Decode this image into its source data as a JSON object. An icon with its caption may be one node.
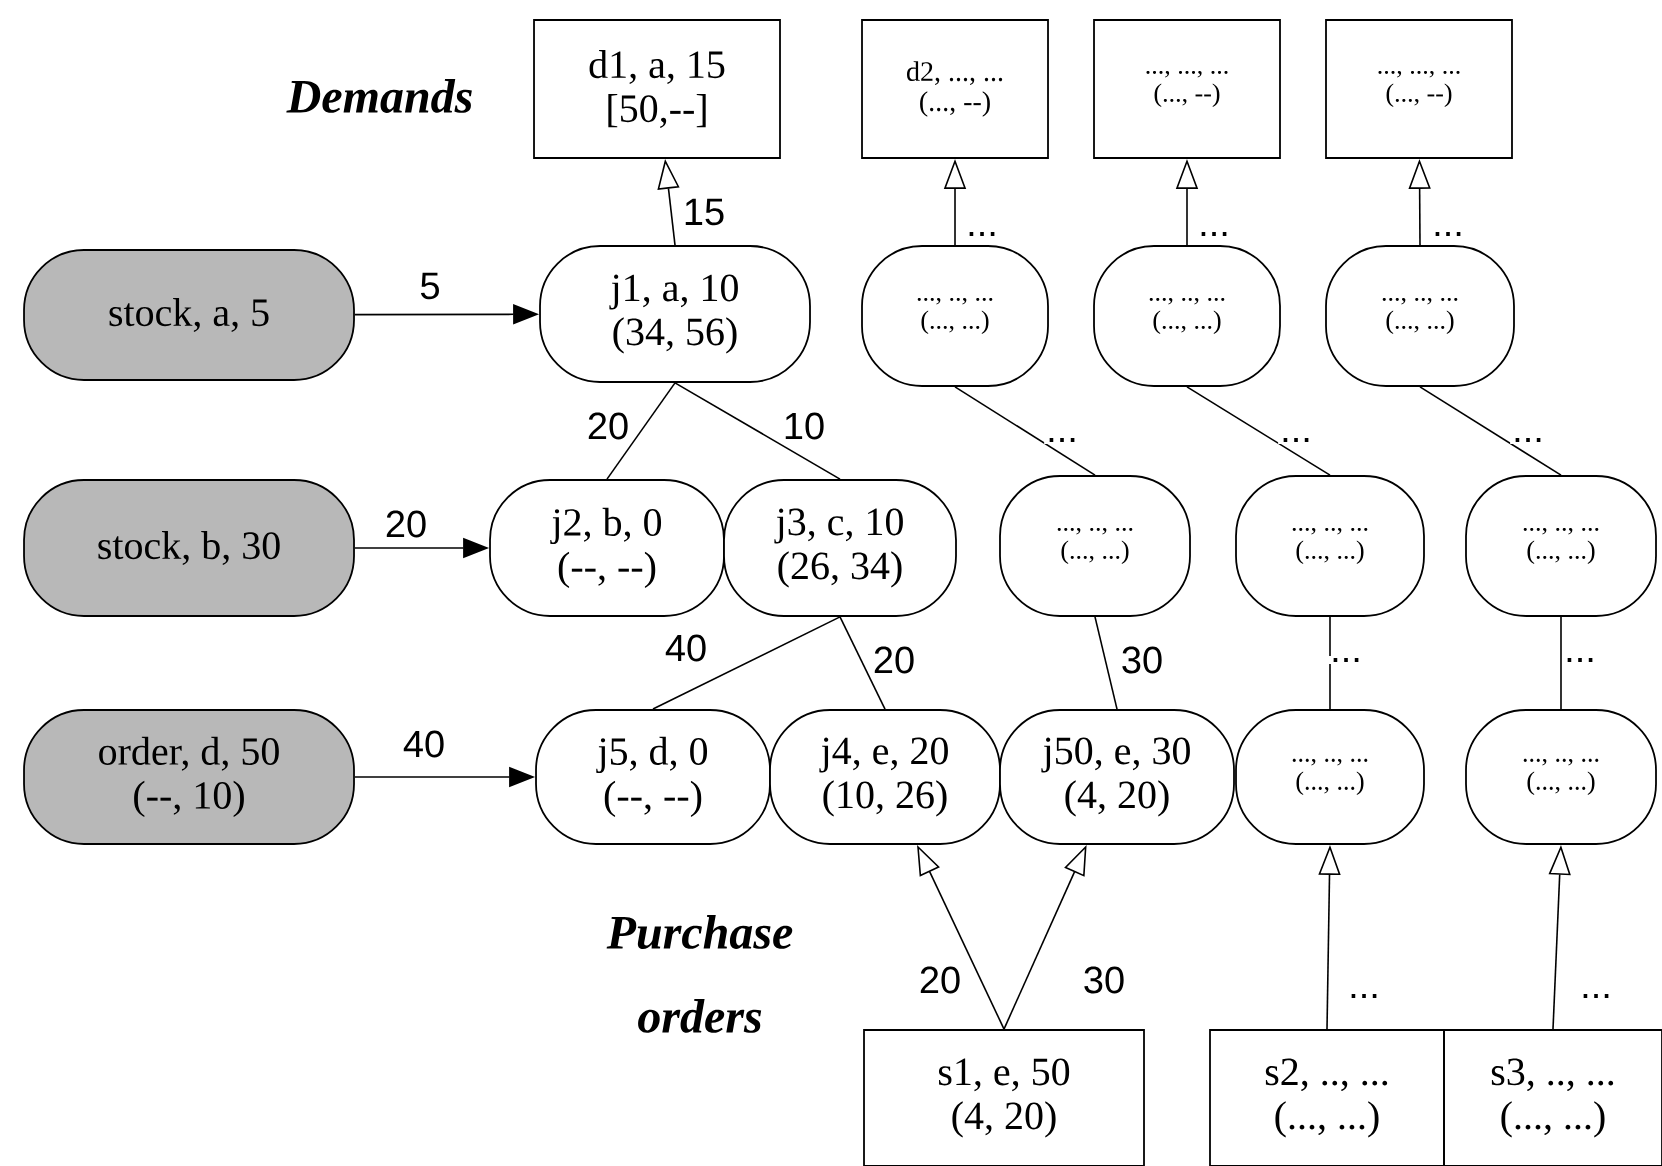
{
  "diagram": {
    "nodes": [
      {
        "text": [
          "d1, a,  15",
          "[50,--]"
        ]
      },
      {
        "text": [
          "d2, ..., ...",
          "(..., --)"
        ]
      },
      {
        "text": [
          "..., ..., ...",
          "(..., --)"
        ]
      },
      {
        "text": [
          "..., ..., ...",
          "(..., --)"
        ]
      },
      {
        "text": [
          "stock, a, 5"
        ]
      },
      {
        "text": [
          "j1, a, 10",
          "(34, 56)"
        ]
      },
      {
        "text": [
          "..., .., ...",
          "(..., ...)"
        ]
      },
      {
        "text": [
          "..., .., ...",
          "(..., ...)"
        ]
      },
      {
        "text": [
          "..., .., ...",
          "(..., ...)"
        ]
      },
      {
        "text": [
          "stock, b, 30"
        ]
      },
      {
        "text": [
          "j2, b, 0",
          "(--, --)"
        ]
      },
      {
        "text": [
          "j3, c, 10",
          "(26, 34)"
        ]
      },
      {
        "text": [
          "..., .., ...",
          "(..., ...)"
        ]
      },
      {
        "text": [
          "..., .., ...",
          "(..., ...)"
        ]
      },
      {
        "text": [
          "..., .., ...",
          "(..., ...)"
        ]
      },
      {
        "text": [
          "order, d, 50",
          "(--, 10)"
        ]
      },
      {
        "text": [
          "j5, d, 0",
          "(--, --)"
        ]
      },
      {
        "text": [
          "j4, e, 20",
          "(10, 26)"
        ]
      },
      {
        "text": [
          "j50, e, 30",
          "(4, 20)"
        ]
      },
      {
        "text": [
          "..., .., ...",
          "(..., ...)"
        ]
      },
      {
        "text": [
          "..., .., ...",
          "(..., ...)"
        ]
      },
      {
        "text": [
          "s1, e,  50",
          "(4, 20)"
        ]
      },
      {
        "text": [
          "s2, .., ...",
          "(..., ...)"
        ]
      },
      {
        "text": [
          "s3, .., ...",
          "(..., ...)"
        ]
      }
    ],
    "edges": [
      {
        "from": 4,
        "to": 5,
        "arrow": "to",
        "label": "5"
      },
      {
        "from": 5,
        "to": 0,
        "arrow": "to",
        "label": "15"
      },
      {
        "from": 6,
        "to": 1,
        "arrow": "to",
        "label": "..."
      },
      {
        "from": 7,
        "to": 2,
        "arrow": "to",
        "label": "..."
      },
      {
        "from": 8,
        "to": 3,
        "arrow": "to",
        "label": "..."
      },
      {
        "from": 5,
        "to": 10,
        "arrow": "none",
        "label": "20"
      },
      {
        "from": 5,
        "to": 11,
        "arrow": "none",
        "label": "10"
      },
      {
        "from": 6,
        "to": 12,
        "arrow": "none",
        "label": "..."
      },
      {
        "from": 7,
        "to": 13,
        "arrow": "none",
        "label": "..."
      },
      {
        "from": 8,
        "to": 14,
        "arrow": "none",
        "label": "..."
      },
      {
        "from": 9,
        "to": 10,
        "arrow": "to",
        "label": "20"
      },
      {
        "from": 11,
        "to": 16,
        "arrow": "none",
        "label": "40"
      },
      {
        "from": 11,
        "to": 17,
        "arrow": "none",
        "label": "20"
      },
      {
        "from": 12,
        "to": 18,
        "arrow": "none",
        "label": "30"
      },
      {
        "from": 13,
        "to": 19,
        "arrow": "none",
        "label": "..."
      },
      {
        "from": 14,
        "to": 20,
        "arrow": "none",
        "label": "..."
      },
      {
        "from": 15,
        "to": 16,
        "arrow": "to",
        "label": "40"
      },
      {
        "from": 21,
        "to": 17,
        "arrow": "to",
        "label": "20"
      },
      {
        "from": 21,
        "to": 18,
        "arrow": "to",
        "label": "30"
      },
      {
        "from": 22,
        "to": 19,
        "arrow": "to",
        "label": "..."
      },
      {
        "from": 23,
        "to": 20,
        "arrow": "to",
        "label": "..."
      }
    ],
    "labels": [
      "Demands",
      "Purchase orders"
    ]
  }
}
